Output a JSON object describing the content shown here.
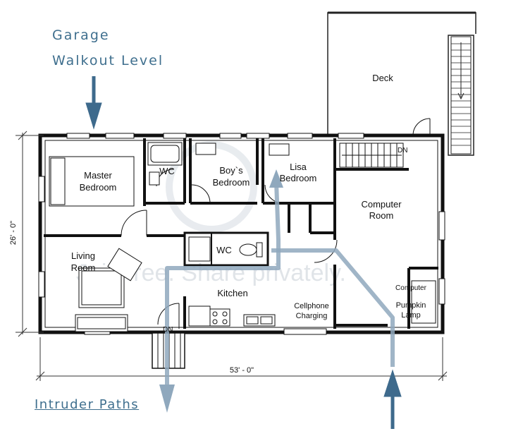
{
  "headings": {
    "line1": "Garage",
    "line2": "Walkout Level",
    "legend": "Intruder Paths"
  },
  "rooms": {
    "deck": "Deck",
    "master_line1": "Master",
    "master_line2": "Bedroom",
    "wc_upper": "WC",
    "boys_line1": "Boy`s",
    "boys_line2": "Bedroom",
    "lisa_line1": "Lisa",
    "lisa_line2": "Bedroom",
    "computer_line1": "Computer",
    "computer_line2": "Room",
    "living_line1": "Living",
    "living_line2": "Room",
    "wc_center": "WC",
    "kitchen": "Kitchen",
    "cellphone_line1": "Cellphone",
    "cellphone_line2": "Charging",
    "computer_small": "Computer",
    "pumpkin_line1": "Pumpkin",
    "pumpkin_line2": "Lamp"
  },
  "stairs": {
    "down_upper": "DN",
    "down_lower": "DN"
  },
  "dimensions": {
    "width": "53' - 0\"",
    "depth": "26' - 0\""
  },
  "watermark": {
    "text": "Join free. Share privately."
  },
  "colors": {
    "heading": "#3f6f8e",
    "arrow_dark": "#3e6a8c",
    "path_light": "#8fa8bd",
    "wall": "#111111",
    "watermark": "#c8cfd6"
  }
}
